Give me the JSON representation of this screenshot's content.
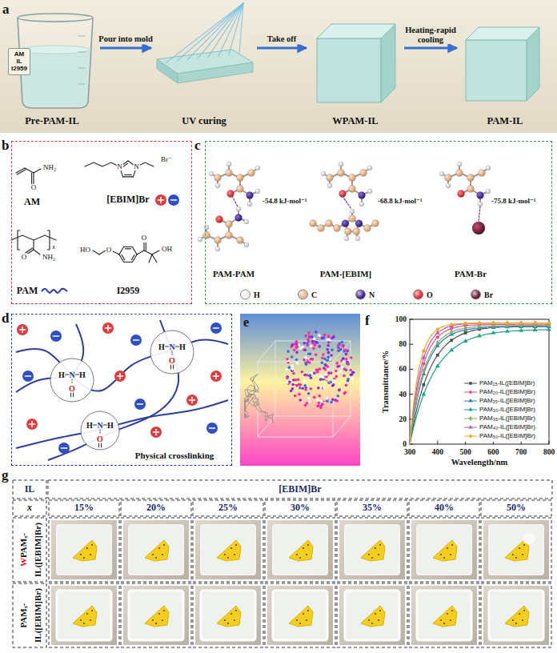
{
  "diagram": {
    "nodes": [
      {
        "text": [
          "Pre-PAM-IL"
        ]
      },
      {
        "text": [
          "AM IL I2959"
        ],
        "in": 0
      },
      {
        "text": [
          "UV curing"
        ]
      },
      {
        "text": [
          "WPAM-IL"
        ]
      },
      {
        "text": [
          "PAM-IL"
        ]
      },
      {
        "text": [
          "AM",
          "[EBIM]Br",
          "PAM",
          "I2959",
          "O",
          "NH₂",
          "N",
          "N",
          "Br⁻",
          "x",
          "O",
          "NH₂",
          "HO",
          "O",
          "O",
          "OH"
        ]
      },
      {
        "text": [
          "PAM-PAM",
          "PAM-[EBIM]",
          "PAM-Br",
          "-54.8 kJ·mol⁻¹",
          "-68.8 kJ·mol⁻¹",
          "-75.8 kJ·mol⁻¹"
        ]
      },
      {
        "text": [
          "Physical crosslinking"
        ]
      },
      {
        "text": [
          "H",
          "N",
          "H",
          "O"
        ],
        "in": 7
      },
      {
        "text": [
          "H",
          "N",
          "H",
          "O"
        ],
        "in": 7
      },
      {
        "text": [
          "H",
          "N",
          "H",
          "O"
        ],
        "in": 7
      }
    ],
    "edges": [
      {
        "from": 0,
        "to": 2,
        "arrow": "to",
        "label": "Pour into mold"
      },
      {
        "from": 2,
        "to": 3,
        "arrow": "to",
        "label": "Take off"
      },
      {
        "from": 3,
        "to": 4,
        "arrow": "to",
        "label": "Heating-rapid cooling"
      }
    ],
    "labels": [
      "a",
      "b",
      "c",
      "d",
      "e",
      "f",
      "0",
      "20",
      "40",
      "60",
      "80",
      "100",
      "300",
      "400",
      "500",
      "600",
      "700",
      "800",
      "Transmittance/%",
      "Wavelength/nm",
      "g",
      "IL",
      "[EBIM]Br",
      "x",
      "15%",
      "20%",
      "25%",
      "30%",
      "35%",
      "40%",
      "50%",
      "W",
      "PAMₓ-IL([EBIM]Br)",
      "PAMₓ-IL([EBIM]Br)"
    ],
    "legend": [
      {
        "text": "H",
        "color": "#eeeeee"
      },
      {
        "text": "C",
        "color": "#e2b58c"
      },
      {
        "text": "N",
        "color": "#3d1f8f"
      },
      {
        "text": "O",
        "color": "#e0282e"
      },
      {
        "text": "Br",
        "color": "#6e1838"
      },
      {
        "text": "PAM₁₅-IL([EBIM]Br)"
      },
      {
        "text": "PAM₂₀-IL([EBIM]Br)"
      },
      {
        "text": "PAM₂₅-IL([EBIM]Br)"
      },
      {
        "text": "PAM₃₀-IL([EBIM]Br)"
      },
      {
        "text": "PAM₃₅-IL([EBIM]Br)"
      },
      {
        "text": "PAM₄₀-IL([EBIM]Br)"
      },
      {
        "text": "PAM₅₀-IL([EBIM]Br)"
      }
    ]
  }
}
